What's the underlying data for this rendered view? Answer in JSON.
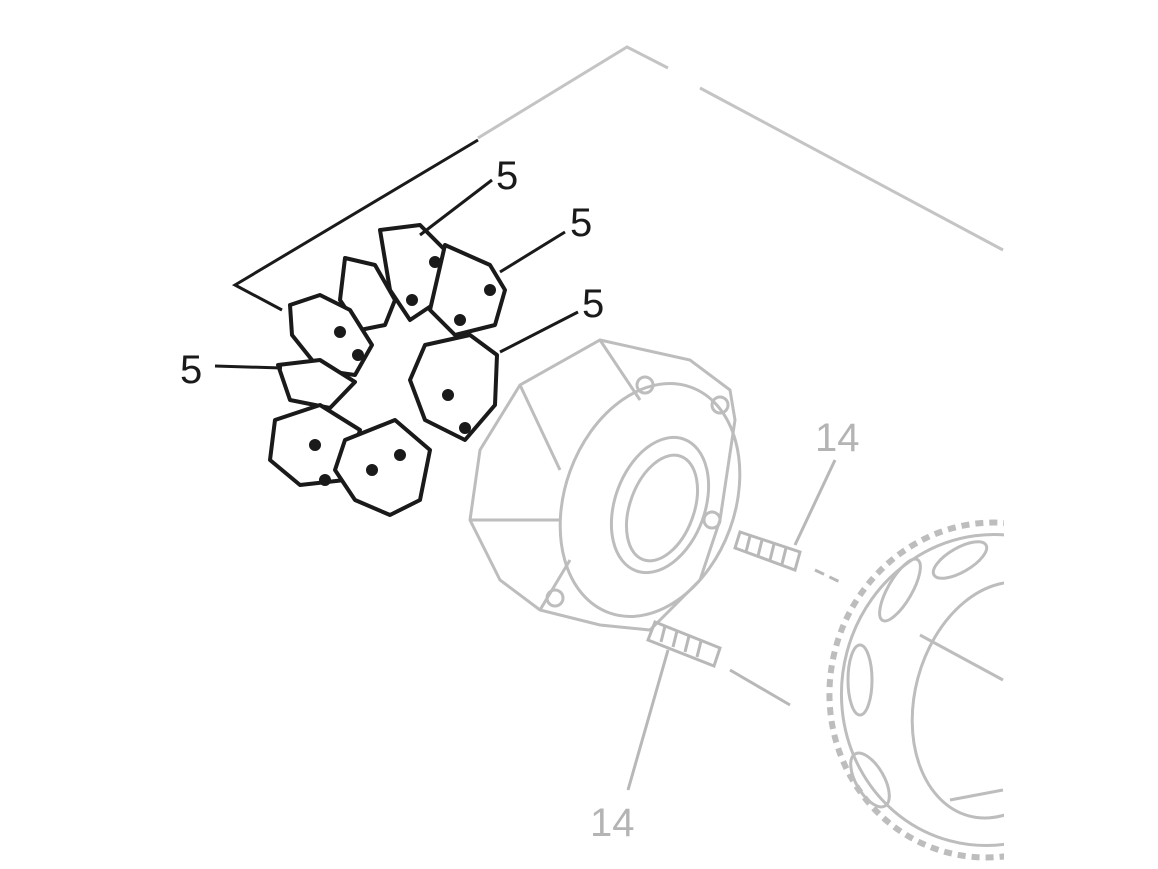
{
  "diagram": {
    "colors": {
      "highlight": "#1a1a1a",
      "faded": "#b8b8b8"
    },
    "callouts": [
      {
        "id": "damper-block-a",
        "label": "5"
      },
      {
        "id": "damper-block-b",
        "label": "5"
      },
      {
        "id": "damper-block-c",
        "label": "5"
      },
      {
        "id": "damper-block-d",
        "label": "5"
      },
      {
        "id": "stud-upper",
        "label": "14"
      },
      {
        "id": "stud-lower",
        "label": "14"
      }
    ]
  }
}
